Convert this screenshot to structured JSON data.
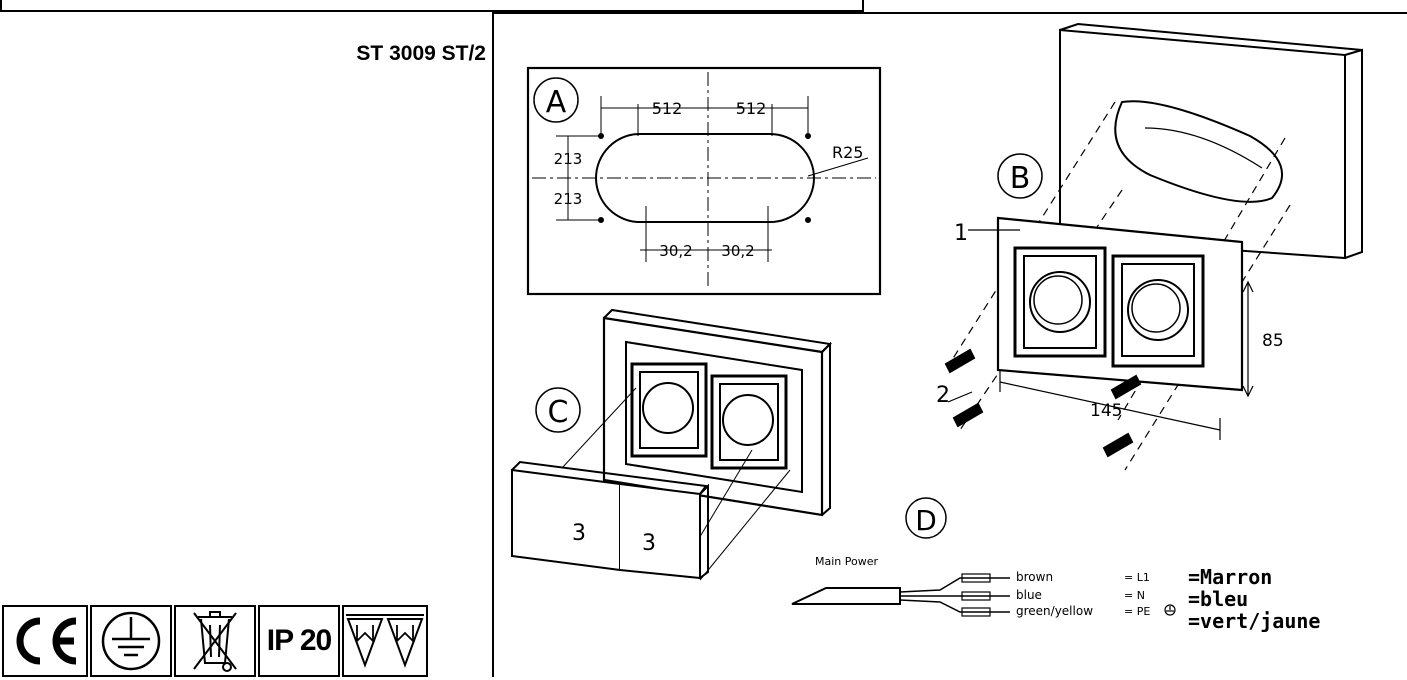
{
  "model": "ST 3009 ST/2",
  "detail_a": {
    "label": "A",
    "dim_top_left": "512",
    "dim_top_right": "512",
    "dim_v_upper": "213",
    "dim_v_lower": "213",
    "radius": "R25",
    "dim_bottom_left": "30,2",
    "dim_bottom_right": "30,2"
  },
  "detail_b": {
    "label": "B",
    "callout_1": "1",
    "callout_2": "2",
    "dim_height": "85",
    "dim_width": "145"
  },
  "detail_c": {
    "label": "C",
    "key_left": "3",
    "key_right": "3"
  },
  "detail_d": {
    "label": "D",
    "main_power": "Main Power",
    "wires": [
      {
        "en": "brown",
        "code": "= L1",
        "fr": "=Marron",
        "color": "#8b4513"
      },
      {
        "en": "blue",
        "code": "= N",
        "fr": "=bleu",
        "color": "#1f4fbf"
      },
      {
        "en": "green/yellow",
        "code": "= PE",
        "fr": "=vert/jaune",
        "color": "#6aa84f"
      }
    ]
  },
  "certifications": {
    "ce": "CE",
    "ip": "IP 20",
    "icons": [
      "ce-mark-icon",
      "earth-ground-icon",
      "weee-crossed-bin-icon",
      "ip20-rating-icon",
      "mm-furniture-mark-icon"
    ]
  }
}
